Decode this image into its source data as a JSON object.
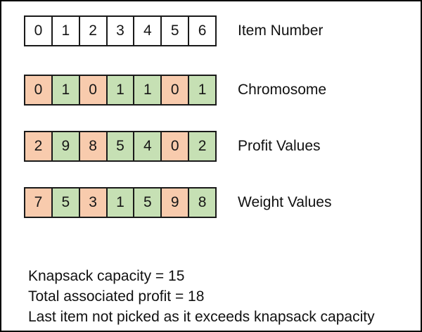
{
  "colors": {
    "included": "#C6E0B4",
    "excluded": "#F8CBAD",
    "plain": "#FFFFFF",
    "border": "#1A1A1A",
    "text": "#111111"
  },
  "diagram": {
    "rows": [
      {
        "label": "Item Number",
        "cells": [
          {
            "v": "0",
            "state": "plain"
          },
          {
            "v": "1",
            "state": "plain"
          },
          {
            "v": "2",
            "state": "plain"
          },
          {
            "v": "3",
            "state": "plain"
          },
          {
            "v": "4",
            "state": "plain"
          },
          {
            "v": "5",
            "state": "plain"
          },
          {
            "v": "6",
            "state": "plain"
          }
        ]
      },
      {
        "label": "Chromosome",
        "cells": [
          {
            "v": "0",
            "state": "excluded"
          },
          {
            "v": "1",
            "state": "included"
          },
          {
            "v": "0",
            "state": "excluded"
          },
          {
            "v": "1",
            "state": "included"
          },
          {
            "v": "1",
            "state": "included"
          },
          {
            "v": "0",
            "state": "excluded"
          },
          {
            "v": "1",
            "state": "included"
          }
        ]
      },
      {
        "label": "Profit Values",
        "cells": [
          {
            "v": "2",
            "state": "excluded"
          },
          {
            "v": "9",
            "state": "included"
          },
          {
            "v": "8",
            "state": "excluded"
          },
          {
            "v": "5",
            "state": "included"
          },
          {
            "v": "4",
            "state": "included"
          },
          {
            "v": "0",
            "state": "excluded"
          },
          {
            "v": "2",
            "state": "included"
          }
        ]
      },
      {
        "label": "Weight Values",
        "cells": [
          {
            "v": "7",
            "state": "excluded"
          },
          {
            "v": "5",
            "state": "included"
          },
          {
            "v": "3",
            "state": "excluded"
          },
          {
            "v": "1",
            "state": "included"
          },
          {
            "v": "5",
            "state": "included"
          },
          {
            "v": "9",
            "state": "excluded"
          },
          {
            "v": "8",
            "state": "included"
          }
        ]
      }
    ],
    "notes": [
      "Knapsack capacity = 15",
      "Total associated profit = 18",
      "Last item not picked as it exceeds knapsack capacity"
    ]
  }
}
